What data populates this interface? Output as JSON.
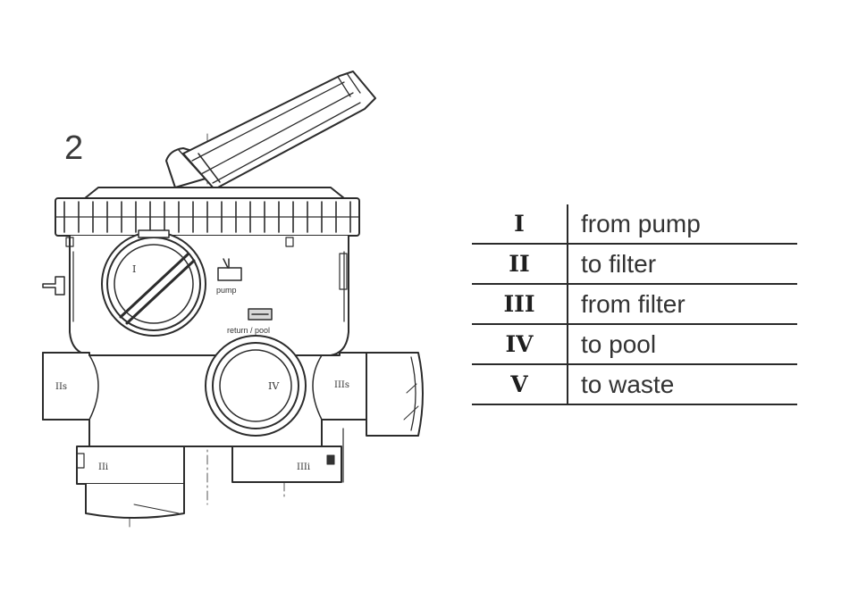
{
  "figure": {
    "step_number": "2",
    "valve_labels": {
      "port_I": "I",
      "pump_mark": "pump",
      "return_pool_mark": "return / pool",
      "port_IIs": "IIs",
      "port_IV": "IV",
      "port_IIIs": "IIIs",
      "port_IIi": "IIi",
      "port_IIIi": "IIIi"
    }
  },
  "legend": {
    "rows": [
      {
        "numeral": "I",
        "description": "from pump"
      },
      {
        "numeral": "II",
        "description": "to filter"
      },
      {
        "numeral": "III",
        "description": "from filter"
      },
      {
        "numeral": "IV",
        "description": "to pool"
      },
      {
        "numeral": "V",
        "description": "to waste"
      }
    ]
  }
}
